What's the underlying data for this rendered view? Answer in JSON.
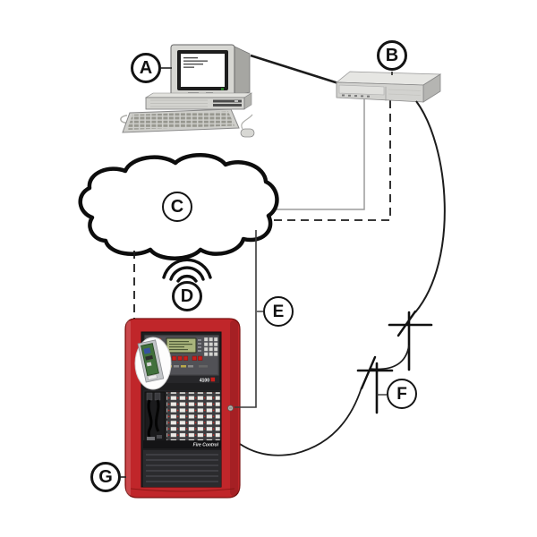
{
  "labels": {
    "a": "A",
    "b": "B",
    "c": "C",
    "d": "D",
    "e": "E",
    "f": "F",
    "g": "G"
  },
  "panel": {
    "model_text": "4100",
    "door_label": "Fire Control"
  },
  "colors": {
    "panel_red": "#c0262a",
    "button_red": "#c8201d",
    "lcd_green": "#a9b47c",
    "line_black": "#1c1c1c",
    "line_gray": "#9b9b9b",
    "cloud_stroke": "#0d0d0d"
  },
  "icons": {
    "wireless": "wireless-signal-icon",
    "antenna_top": "antenna-icon",
    "antenna_bottom": "antenna-icon",
    "cloud": "cloud-shape"
  }
}
